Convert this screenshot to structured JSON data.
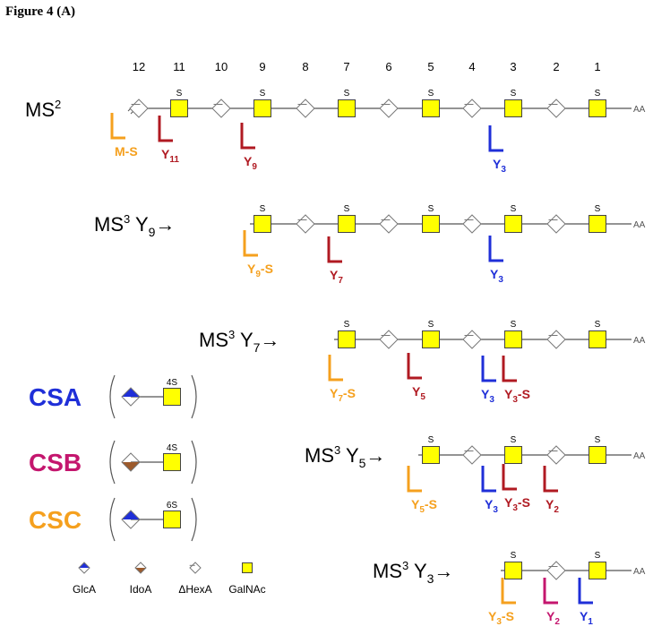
{
  "figure_title": "Figure 4 (A)",
  "residue_numbers": [
    "12",
    "11",
    "10",
    "9",
    "8",
    "7",
    "6",
    "5",
    "4",
    "3",
    "2",
    "1"
  ],
  "sulfate_label": "S",
  "reducing_end": "AA",
  "rows": [
    {
      "label": {
        "main": "MS",
        "sup": "2",
        "sub": "",
        "suffix": ""
      },
      "fragments": [
        {
          "main": "M-S",
          "sub": "",
          "suffix": "",
          "color": "#f5a01e"
        },
        {
          "main": "Y",
          "sub": "11",
          "suffix": "",
          "color": "#b01a22"
        },
        {
          "main": "Y",
          "sub": "9",
          "suffix": "",
          "color": "#b01a22"
        },
        {
          "main": "Y",
          "sub": "3",
          "suffix": "",
          "color": "#1f2fd8"
        }
      ]
    },
    {
      "label": {
        "main": "MS",
        "sup": "3",
        "sub": "9",
        "suffix": "→"
      },
      "fragments": [
        {
          "main": "Y",
          "sub": "9",
          "suffix": "-S",
          "color": "#f5a01e"
        },
        {
          "main": "Y",
          "sub": "7",
          "suffix": "",
          "color": "#b01a22"
        },
        {
          "main": "Y",
          "sub": "3",
          "suffix": "",
          "color": "#1f2fd8"
        }
      ]
    },
    {
      "label": {
        "main": "MS",
        "sup": "3",
        "sub": "7",
        "suffix": "→"
      },
      "fragments": [
        {
          "main": "Y",
          "sub": "7",
          "suffix": "-S",
          "color": "#f5a01e"
        },
        {
          "main": "Y",
          "sub": "5",
          "suffix": "",
          "color": "#b01a22"
        },
        {
          "main": "Y",
          "sub": "3",
          "suffix": "",
          "color": "#1f2fd8"
        },
        {
          "main": "Y",
          "sub": "3",
          "suffix": "-S",
          "color": "#b01a22"
        }
      ]
    },
    {
      "label": {
        "main": "MS",
        "sup": "3",
        "sub": "5",
        "suffix": "→"
      },
      "fragments": [
        {
          "main": "Y",
          "sub": "5",
          "suffix": "-S",
          "color": "#f5a01e"
        },
        {
          "main": "Y",
          "sub": "3",
          "suffix": "",
          "color": "#1f2fd8"
        },
        {
          "main": "Y",
          "sub": "3",
          "suffix": "-S",
          "color": "#b01a22"
        },
        {
          "main": "Y",
          "sub": "2",
          "suffix": "",
          "color": "#b01a22"
        }
      ]
    },
    {
      "label": {
        "main": "MS",
        "sup": "3",
        "sub": "3",
        "suffix": "→"
      },
      "fragments": [
        {
          "main": "Y",
          "sub": "3",
          "suffix": "-S",
          "color": "#f5a01e"
        },
        {
          "main": "Y",
          "sub": "2",
          "suffix": "",
          "color": "#c4166e"
        },
        {
          "main": "Y",
          "sub": "1",
          "suffix": "",
          "color": "#1f2fd8"
        }
      ]
    }
  ],
  "chondroitin_types": [
    {
      "name": "CSA",
      "color": "#1f2fd8",
      "sulfation": "4S",
      "uronic": "GlcA"
    },
    {
      "name": "CSB",
      "color": "#c4166e",
      "sulfation": "4S",
      "uronic": "IdoA"
    },
    {
      "name": "CSC",
      "color": "#f5a01e",
      "sulfation": "6S",
      "uronic": "GlcA"
    }
  ],
  "legend": [
    {
      "symbol": "GlcA",
      "label": "GlcA"
    },
    {
      "symbol": "IdoA",
      "label": "IdoA"
    },
    {
      "symbol": "HexA",
      "label": "ΔHexA"
    },
    {
      "symbol": "GalNAc",
      "label": "GalNAc"
    }
  ],
  "colors": {
    "galnac_fill": "#ffff00",
    "glca_fill": "#1f2fd8",
    "idoa_fill": "#9c5a2c",
    "outline": "#555555",
    "backbone": "#555555"
  }
}
